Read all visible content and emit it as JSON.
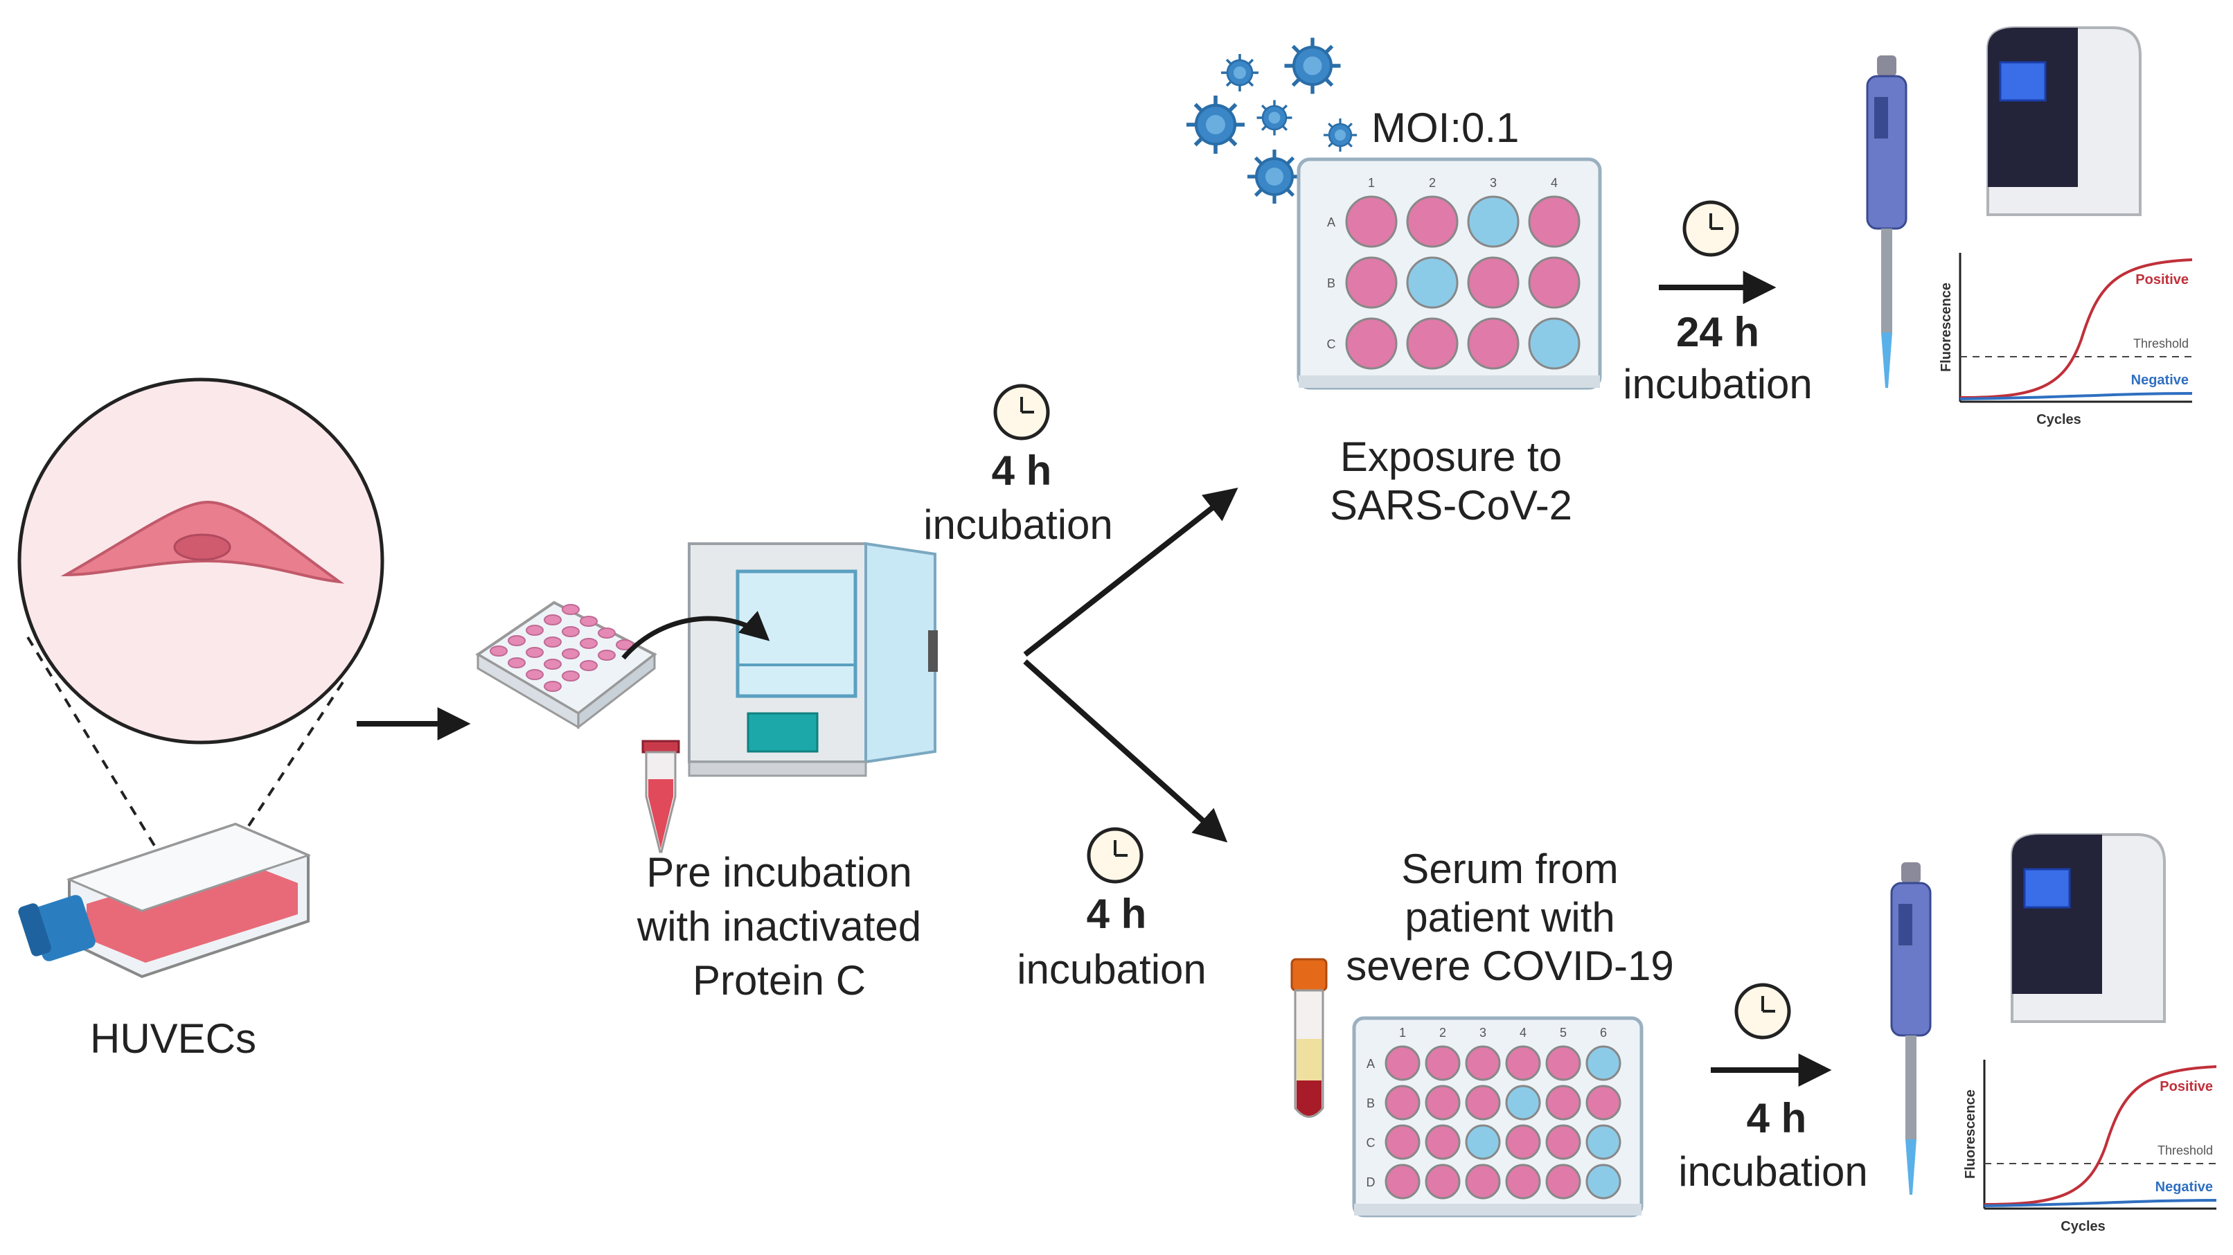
{
  "labels": {
    "huvecs": "HUVECs",
    "preinc": [
      "Pre incubation",
      "with inactivated",
      "Protein C"
    ],
    "inc_mid_top": {
      "time": "4 h",
      "word": "incubation"
    },
    "inc_mid_bottom": {
      "time": "4 h",
      "word": "incubation"
    },
    "moi": "MOI:0.1",
    "exposure": [
      "Exposure to",
      "SARS-CoV-2"
    ],
    "inc_right_top": {
      "time": "24 h",
      "word": "incubation"
    },
    "serum": [
      "Serum from",
      "patient with",
      "severe COVID-19"
    ],
    "inc_right_bottom": {
      "time": "4 h",
      "word": "incubation"
    }
  },
  "plate_top": {
    "cols": [
      "1",
      "2",
      "3",
      "4"
    ],
    "rows": [
      "A",
      "B",
      "C"
    ],
    "wells": [
      [
        "pink",
        "pink",
        "blue",
        "pink"
      ],
      [
        "pink",
        "blue",
        "pink",
        "pink"
      ],
      [
        "pink",
        "pink",
        "pink",
        "blue"
      ]
    ]
  },
  "plate_bottom": {
    "cols": [
      "1",
      "2",
      "3",
      "4",
      "5",
      "6"
    ],
    "rows": [
      "A",
      "B",
      "C",
      "D"
    ],
    "wells": [
      [
        "pink",
        "pink",
        "pink",
        "pink",
        "pink",
        "blue"
      ],
      [
        "pink",
        "pink",
        "pink",
        "blue",
        "pink",
        "pink"
      ],
      [
        "pink",
        "pink",
        "blue",
        "pink",
        "pink",
        "blue"
      ],
      [
        "pink",
        "pink",
        "pink",
        "pink",
        "pink",
        "blue"
      ]
    ]
  },
  "pcr_chart": {
    "positive": "Positive",
    "threshold": "Threshold",
    "negative": "Negative",
    "xlabel": "Cycles",
    "ylabel": "Fluorescence"
  },
  "colors": {
    "pink": "#e07aa8",
    "blue": "#8ccbe8",
    "arrow": "#1a1a1a",
    "positive": "#c0303a",
    "negative": "#2f6fc0"
  }
}
